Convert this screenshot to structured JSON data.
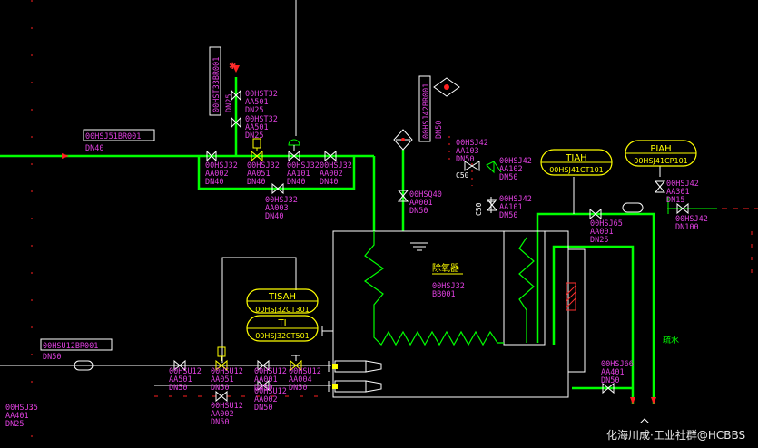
{
  "tags": {
    "line_main": {
      "id": "00HSJ51BR001",
      "dn": "DN40"
    },
    "line_rep": {
      "id": "00HSU12BR001",
      "dn": "DN50"
    },
    "drum_line": {
      "id": "00HSJ42BR001",
      "dn": "DN50"
    },
    "vent_line": {
      "id": "00HST33BR001",
      "dn": "DN25"
    },
    "v_vent1": {
      "id": "00HST32",
      "code": "AA501",
      "dn": "DN25"
    },
    "v_vent2": {
      "id": "00HST32",
      "code": "AA501",
      "dn": "DN25"
    },
    "v_h1": {
      "id": "00HSJ32",
      "code": "AA002",
      "dn": "DN40"
    },
    "v_h2": {
      "id": "00HSJ32",
      "code": "AA051",
      "dn": "DN40"
    },
    "v_h3": {
      "id": "00HSJ32",
      "code": "AA101",
      "dn": "DN40"
    },
    "v_h4": {
      "id": "00HSJ32",
      "code": "AA002",
      "dn": "DN40"
    },
    "v_bypass": {
      "id": "00HSJ32",
      "code": "AA003",
      "dn": "DN40"
    },
    "v_drum_in": {
      "id": "00HSQ40",
      "code": "AA001",
      "dn": "DN50"
    },
    "v_j42a": {
      "id": "00HSJ42",
      "code": "AA103",
      "dn": "DN50"
    },
    "v_j42b": {
      "id": "00HSJ42",
      "code": "AA102",
      "dn": "DN50"
    },
    "v_j42c": {
      "id": "00HSJ42",
      "code": "AA101",
      "dn": "DN50"
    },
    "v_j65": {
      "id": "00HSJ65",
      "code": "AA001",
      "dn": "DN25"
    },
    "v_j42d": {
      "id": "00HSJ42",
      "code": "AA301",
      "dn": "DN15"
    },
    "v_j42e": {
      "id": "00HSJ42",
      "code": "",
      "dn": "DN100"
    },
    "v_j66": {
      "id": "00HSJ66",
      "code": "AA401",
      "dn": "DN50"
    },
    "v_u12a": {
      "id": "00HSU12",
      "code": "AA501",
      "dn": "DN50"
    },
    "v_u12b": {
      "id": "00HSU12",
      "code": "AA051",
      "dn": "DN50"
    },
    "v_u12c": {
      "id": "00HSU12",
      "code": "AA001",
      "dn": "DN50"
    },
    "v_u12d": {
      "id": "00HSU12",
      "code": "AA004",
      "dn": "DN50"
    },
    "v_u12e": {
      "id": "00HSU12",
      "code": "AA002",
      "dn": "DN50"
    },
    "v_u35": {
      "id": "00HSU35",
      "code": "AA401",
      "dn": "DN25"
    },
    "tank": {
      "name": "除氧器",
      "id": "00HSJ32",
      "code": "BB001"
    },
    "gauge_c50": "C50",
    "gauge_c50b": "C50",
    "c50_label": "C50",
    "drain_label": "疏水"
  },
  "instruments": {
    "tisah": {
      "label": "TISAH",
      "tag": "00HSJ32CT301"
    },
    "ti": {
      "label": "TI",
      "tag": "00HSJ32CT501"
    },
    "tiah": {
      "label": "TIAH",
      "tag": "00HSJ41CT101"
    },
    "piah": {
      "label": "PIAH",
      "tag": "00HSJ41CP101"
    }
  },
  "watermark": "化海川成·工业社群@HCBBS",
  "colors": {
    "pipe": "#00ff00",
    "text": "#e040e0",
    "equipment": "#ffffff",
    "valve": "#ffffff",
    "instrument": "#ffff00",
    "flow": "#ff2020"
  }
}
